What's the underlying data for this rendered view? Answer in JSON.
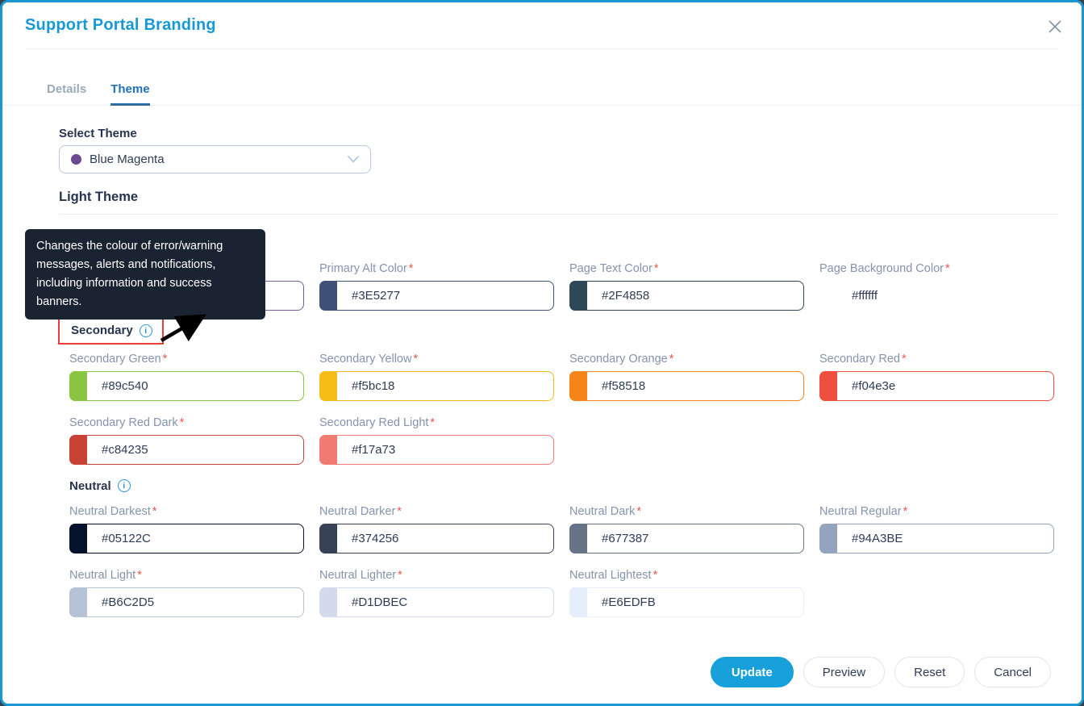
{
  "modal": {
    "title": "Support Portal Branding"
  },
  "tabs": {
    "details": "Details",
    "theme": "Theme"
  },
  "theme_select": {
    "label": "Select Theme",
    "value": "Blue Magenta",
    "dot_color": "#6b4a90"
  },
  "sections": {
    "light_theme": "Light Theme",
    "secondary": "Secondary",
    "neutral": "Neutral"
  },
  "tooltip": {
    "text": "Changes the colour of error/warning messages, alerts and notifications, including information and success banners."
  },
  "primary_fields": [
    {
      "slug": "primary-color",
      "label": "",
      "value": "",
      "required": false,
      "swatch": false,
      "border": "#7b5a99"
    },
    {
      "slug": "primary-alt-color",
      "label": "Primary Alt Color",
      "value": "#3E5277",
      "color": "#3E5277",
      "required": true,
      "swatch": true
    },
    {
      "slug": "page-text-color",
      "label": "Page Text Color",
      "value": "#2F4858",
      "color": "#2F4858",
      "required": true,
      "swatch": true
    },
    {
      "slug": "page-background-color",
      "label": "Page Background Color",
      "value": "#ffffff",
      "color": "#ffffff",
      "required": true,
      "swatch": false,
      "border": "#ffffff"
    }
  ],
  "secondary_fields": [
    {
      "slug": "secondary-green",
      "label": "Secondary Green",
      "value": "#89c540",
      "color": "#89c540",
      "required": true,
      "swatch": true
    },
    {
      "slug": "secondary-yellow",
      "label": "Secondary Yellow",
      "value": "#f5bc18",
      "color": "#f5bc18",
      "required": true,
      "swatch": true
    },
    {
      "slug": "secondary-orange",
      "label": "Secondary Orange",
      "value": "#f58518",
      "color": "#f58518",
      "required": true,
      "swatch": true
    },
    {
      "slug": "secondary-red",
      "label": "Secondary Red",
      "value": "#f04e3e",
      "color": "#f04e3e",
      "required": true,
      "swatch": true
    },
    {
      "slug": "secondary-red-dark",
      "label": "Secondary Red Dark",
      "value": "#c84235",
      "color": "#c84235",
      "required": true,
      "swatch": true
    },
    {
      "slug": "secondary-red-light",
      "label": "Secondary Red Light",
      "value": "#f17a73",
      "color": "#f17a73",
      "required": true,
      "swatch": true
    }
  ],
  "neutral_fields": [
    {
      "slug": "neutral-darkest",
      "label": "Neutral Darkest",
      "value": "#05122C",
      "color": "#05122C",
      "required": true,
      "swatch": true
    },
    {
      "slug": "neutral-darker",
      "label": "Neutral Darker",
      "value": "#374256",
      "color": "#374256",
      "required": true,
      "swatch": true
    },
    {
      "slug": "neutral-dark",
      "label": "Neutral Dark",
      "value": "#677387",
      "color": "#677387",
      "required": true,
      "swatch": true
    },
    {
      "slug": "neutral-regular",
      "label": "Neutral Regular",
      "value": "#94A3BE",
      "color": "#94A3BE",
      "required": true,
      "swatch": true
    },
    {
      "slug": "neutral-light",
      "label": "Neutral Light",
      "value": "#B6C2D5",
      "color": "#B6C2D5",
      "required": true,
      "swatch": true
    },
    {
      "slug": "neutral-lighter",
      "label": "Neutral Lighter",
      "value": "#D1DBEC",
      "color": "#D1DBEC",
      "required": true,
      "swatch": true
    },
    {
      "slug": "neutral-lightest",
      "label": "Neutral Lightest",
      "value": "#E6EDFB",
      "color": "#E6EDFB",
      "required": true,
      "swatch": true
    }
  ],
  "footer": {
    "update": "Update",
    "preview": "Preview",
    "reset": "Reset",
    "cancel": "Cancel"
  },
  "colors": {
    "accent_blue": "#18a0db",
    "title_blue": "#1899d6",
    "tab_active": "#2272b8",
    "annotation_red": "#ee3d38",
    "tooltip_bg": "#1a2332",
    "border_blue": "#1b97d4"
  }
}
